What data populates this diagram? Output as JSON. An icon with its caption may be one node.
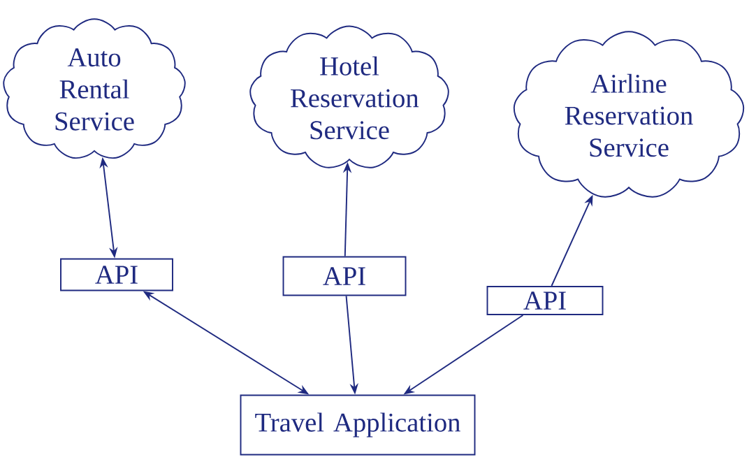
{
  "diagram": {
    "nodes": [
      {
        "text": [
          "Auto Rental Service"
        ]
      },
      {
        "text": [
          "Hotel Reservation Service"
        ]
      },
      {
        "text": [
          "Airline Reservation Service"
        ]
      },
      {
        "text": [
          "API"
        ]
      },
      {
        "text": [
          "API"
        ]
      },
      {
        "text": [
          "API"
        ]
      },
      {
        "text": [
          "Travel Application"
        ]
      }
    ],
    "edges": [
      {
        "from": 0,
        "to": 3,
        "arrow": "both"
      },
      {
        "from": 3,
        "to": 6,
        "arrow": "both"
      },
      {
        "from": 4,
        "to": 1,
        "arrow": "to"
      },
      {
        "from": 4,
        "to": 6,
        "arrow": "to"
      },
      {
        "from": 5,
        "to": 2,
        "arrow": "to"
      },
      {
        "from": 5,
        "to": 6,
        "arrow": "to"
      }
    ]
  }
}
